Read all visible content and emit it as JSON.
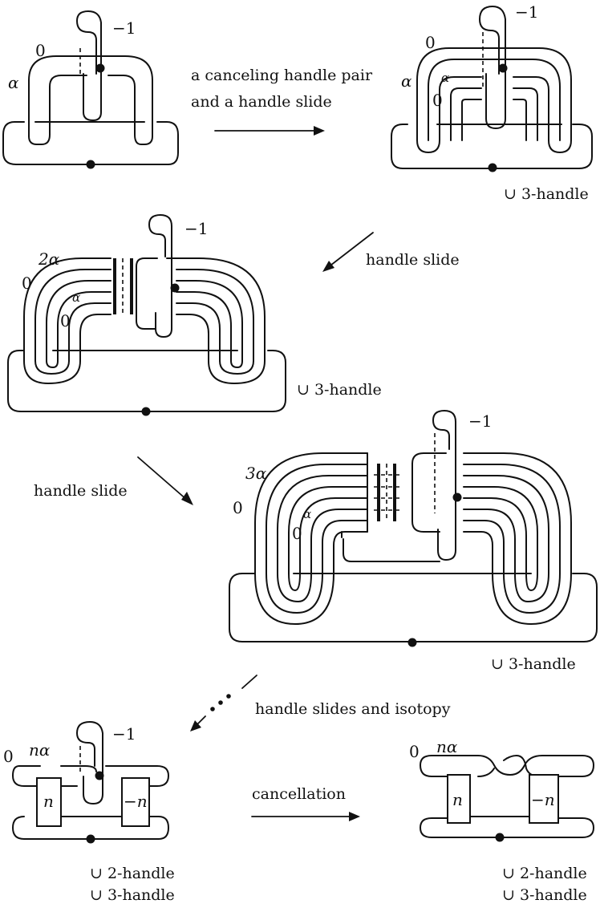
{
  "steps": [
    {
      "text": "a canceling handle pair"
    },
    {
      "text": "and a handle slide"
    },
    {
      "text": "handle slide"
    },
    {
      "text": "handle slide"
    },
    {
      "text": "handle slides and isotopy"
    },
    {
      "text": "cancellation"
    }
  ],
  "handle_notes": {
    "three_handle": "∪ 3-handle",
    "two_handle": "∪ 2-handle"
  },
  "framings": {
    "minus_one": "−1",
    "zero": "0",
    "alpha": "α",
    "two_alpha": "2α",
    "three_alpha": "3α",
    "n_alpha": "nα"
  },
  "twist_boxes": {
    "n": "n",
    "minus_n": "−n"
  }
}
